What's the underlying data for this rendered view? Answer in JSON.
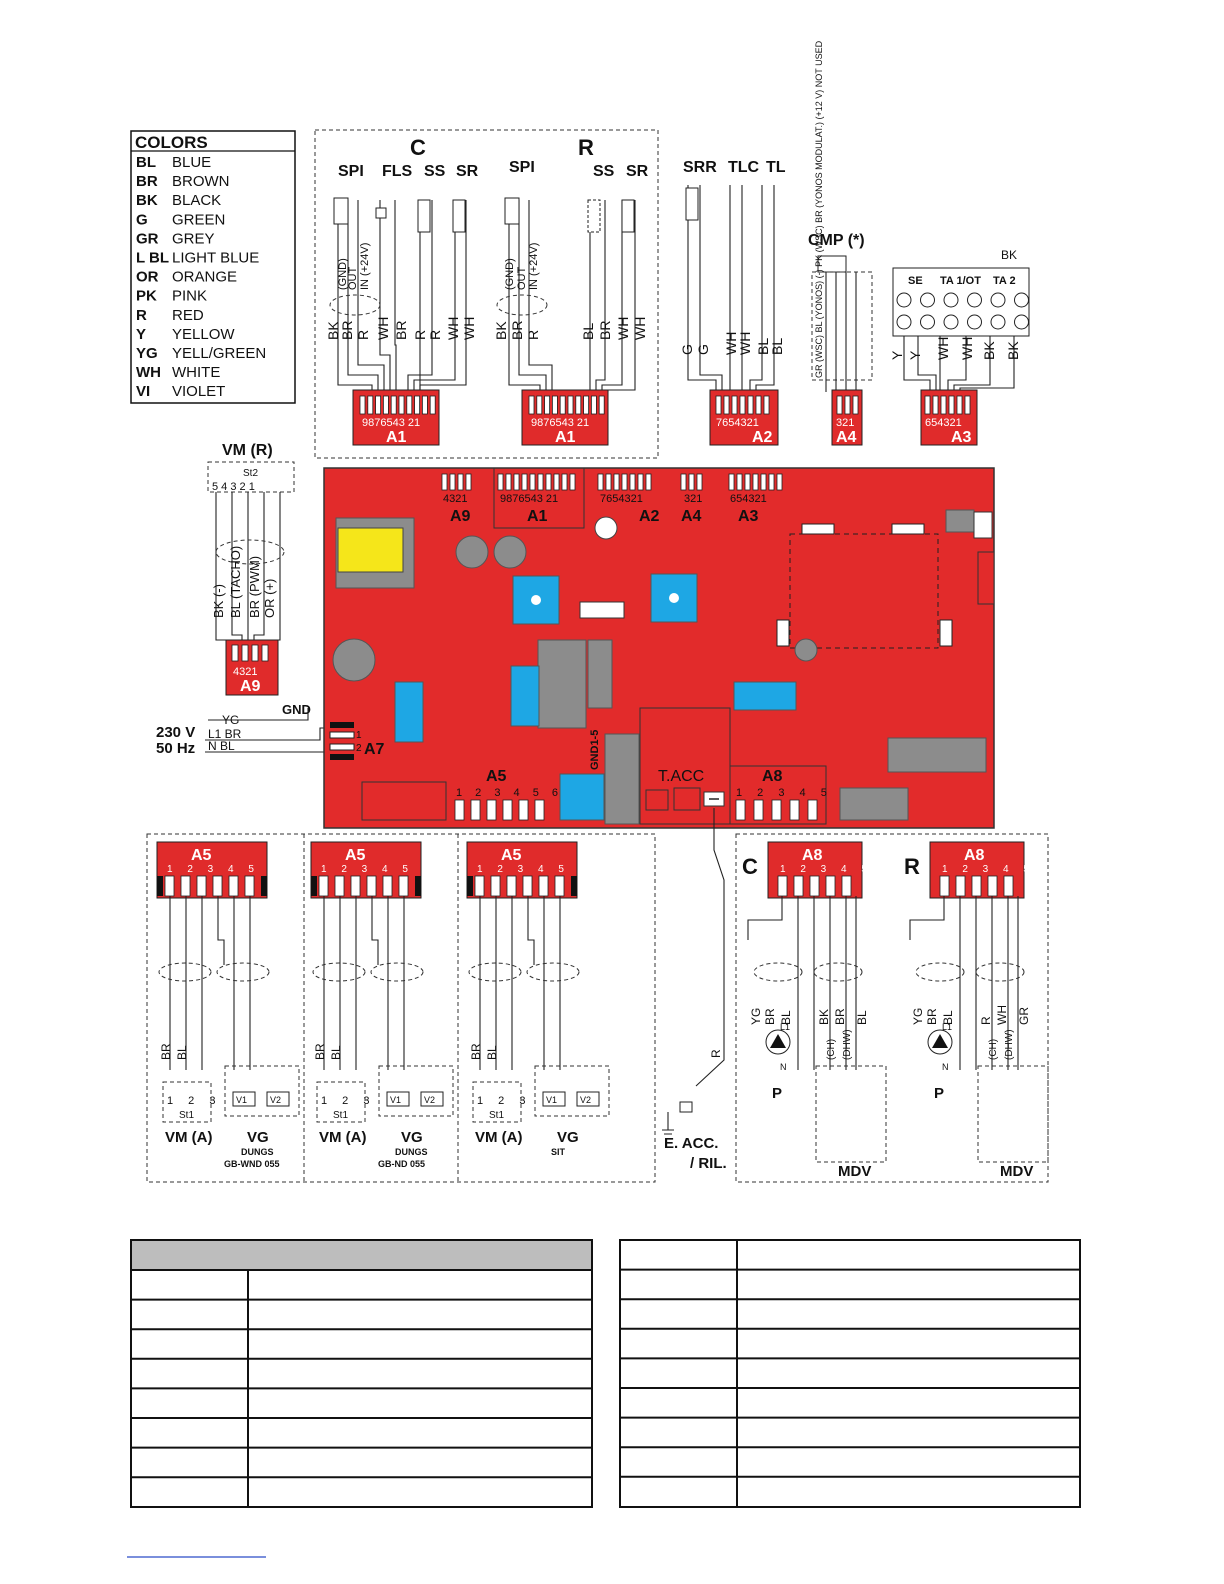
{
  "legend": {
    "title": "COLORS",
    "items": [
      {
        "code": "BL",
        "name": "BLUE"
      },
      {
        "code": "BR",
        "name": "BROWN"
      },
      {
        "code": "BK",
        "name": "BLACK"
      },
      {
        "code": "G",
        "name": "GREEN"
      },
      {
        "code": "GR",
        "name": "GREY"
      },
      {
        "code": "L BL",
        "name": "LIGHT BLUE"
      },
      {
        "code": "OR",
        "name": "ORANGE"
      },
      {
        "code": "PK",
        "name": "PINK"
      },
      {
        "code": "R",
        "name": "RED"
      },
      {
        "code": "Y",
        "name": "YELLOW"
      },
      {
        "code": "YG",
        "name": "YELL/GREEN"
      },
      {
        "code": "WH",
        "name": "WHITE"
      },
      {
        "code": "VI",
        "name": "VIOLET"
      }
    ]
  },
  "top": {
    "c_label": "C",
    "r_label": "R",
    "spi": "SPI",
    "fls": "FLS",
    "ss": "SS",
    "sr": "SR",
    "srr": "SRR",
    "tlc": "TLC",
    "tl": "TL",
    "cmp": "CMP (*)",
    "a1_pins": "9876543 21",
    "a1": "A1",
    "a2_pins": "7654321",
    "a2": "A2",
    "a4_pins": "321",
    "a4": "A4",
    "a3_pins": "654321",
    "a3": "A3",
    "gnd": "(GND)",
    "out": "OUT",
    "in24": "IN (+24V)",
    "bk": "BK",
    "br": "BR",
    "r": "R",
    "wh": "WH",
    "bl": "BL",
    "g": "G",
    "y": "Y",
    "cmp_wires": "GR (WSC)  BL (YONOS) (-)  PK (WSC)  BR (YONOS MODULAT.)  (+12 V) NOT USED",
    "se": "SE",
    "ta1ot": "TA 1/OT",
    "ta2": "TA 2"
  },
  "vm_r": {
    "title": "VM (R)",
    "st2": "St2",
    "pins": "5 4 3 2 1",
    "wires": [
      "BK (-)",
      "BL (TACHO)",
      "BR (PWM)",
      "OR (+)"
    ],
    "a9_pins": "4321",
    "a9": "A9"
  },
  "power": {
    "gnd": "GND",
    "yg": "YG",
    "l1br": "L1 BR",
    "nbl": "N BL",
    "voltage": "230 V",
    "freq": "50 Hz",
    "a7": "A7",
    "p1": "1",
    "p2": "2"
  },
  "board": {
    "a9_pins": "4321",
    "a9": "A9",
    "a1_pins": "9876543 21",
    "a1": "A1",
    "a2_pins": "7654321",
    "a2": "A2",
    "a4_pins": "321",
    "a4": "A4",
    "a3_pins": "654321",
    "a3": "A3",
    "a5": "A5",
    "a5_pins": "1 2 3 4 5 6",
    "gnd": "GND1-5",
    "tacc": "T.ACC",
    "a8": "A8",
    "a8_pins": "1 2 3 4 5"
  },
  "bottom": {
    "a5": "A5",
    "a5_pins": "1 2 3 4 5 6",
    "vma": "VM (A)",
    "st1": "St1",
    "vm_pins": "1 2 3",
    "vg": "VG",
    "panel1_sub": "DUNGS",
    "panel1_model": "GB-WND 055",
    "panel2_sub": "DUNGS",
    "panel2_model": "GB-ND 055",
    "panel3_sub": "SIT",
    "v1": "V1",
    "v2": "V2",
    "eacc": "E. ACC.",
    "ril": "/ RIL.",
    "r": "R",
    "a8": "A8",
    "a8_pins": "1 2 3 4 5",
    "c": "C",
    "rr": "R",
    "p": "P",
    "mdv": "MDV",
    "ch": "(CH)",
    "dhw": "(DHW)",
    "n": "N",
    "l1": "L1",
    "c_wires": [
      "YG",
      "BR",
      "BL",
      "BK",
      "BR",
      "BL"
    ],
    "r_wires": [
      "YG",
      "BR",
      "BL",
      "R",
      "WH",
      "GR"
    ]
  },
  "table_left_header": "",
  "table_rows": 8
}
